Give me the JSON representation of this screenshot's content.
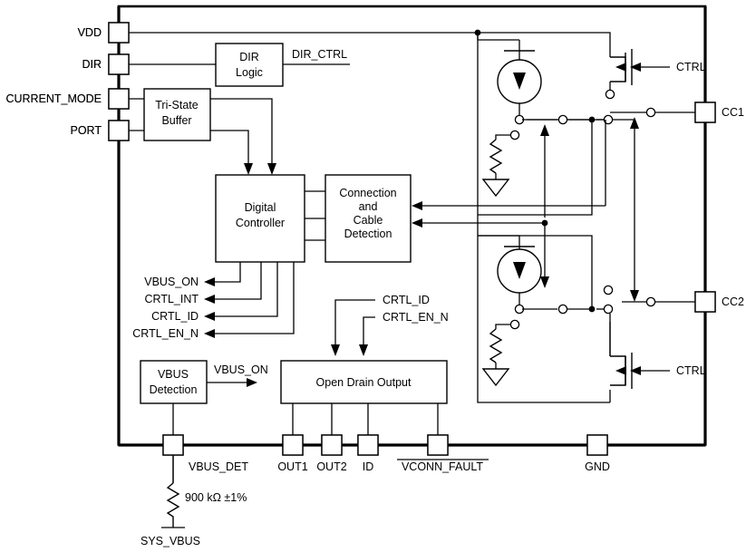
{
  "diagram": {
    "title": "USB Type-C Port Controller Functional Block Diagram",
    "type": "block-diagram",
    "colors": {
      "line": "#000000",
      "fill": "#ffffff",
      "background": "#ffffff"
    }
  },
  "left_pins": [
    {
      "name": "VDD",
      "label": "VDD"
    },
    {
      "name": "DIR",
      "label": "DIR"
    },
    {
      "name": "CURRENT_MODE",
      "label": "CURRENT_MODE"
    },
    {
      "name": "PORT",
      "label": "PORT"
    }
  ],
  "right_pins": [
    {
      "name": "CC1",
      "label": "CC1"
    },
    {
      "name": "CC2",
      "label": "CC2"
    }
  ],
  "bottom_pins": [
    {
      "name": "VBUS_DET",
      "label": "VBUS_DET",
      "overline": false
    },
    {
      "name": "OUT1",
      "label": "OUT1",
      "overline": false
    },
    {
      "name": "OUT2",
      "label": "OUT2",
      "overline": false
    },
    {
      "name": "ID",
      "label": "ID",
      "overline": false
    },
    {
      "name": "VCONN_FAULT",
      "label": "VCONN_FAULT",
      "overline": true
    },
    {
      "name": "GND",
      "label": "GND",
      "overline": false
    }
  ],
  "blocks": [
    {
      "name": "dir-logic",
      "lines": [
        "DIR",
        "Logic"
      ]
    },
    {
      "name": "tri-state-buffer",
      "lines": [
        "Tri-State",
        "Buffer"
      ]
    },
    {
      "name": "digital-controller",
      "lines": [
        "Digital",
        "Controller"
      ]
    },
    {
      "name": "connection-cable-detection",
      "lines": [
        "Connection",
        "and",
        "Cable",
        "Detection"
      ]
    },
    {
      "name": "vbus-detection",
      "lines": [
        "VBUS",
        "Detection"
      ]
    },
    {
      "name": "open-drain-output",
      "lines": [
        "Open Drain Output"
      ]
    }
  ],
  "signals": {
    "dir_ctrl": "DIR_CTRL",
    "vbus_on_ctrl": "VBUS_ON",
    "vbus_on_det": "VBUS_ON",
    "crtl_int": "CRTL_INT",
    "crtl_id_left": "CRTL_ID",
    "crtl_en_n_left": "CRTL_EN_N",
    "crtl_id_odo": "CRTL_ID",
    "crtl_en_n_odo": "CRTL_EN_N",
    "ctrl_cc1": "CTRL",
    "ctrl_cc2": "CTRL"
  },
  "controller_outputs": [
    {
      "name": "vbus-on",
      "label": "VBUS_ON"
    },
    {
      "name": "crtl-int",
      "label": "CRTL_INT"
    },
    {
      "name": "crtl-id",
      "label": "CRTL_ID"
    },
    {
      "name": "crtl-en-n",
      "label": "CRTL_EN_N"
    }
  ],
  "open_drain_inputs": [
    {
      "name": "crtl-id",
      "label": "CRTL_ID"
    },
    {
      "name": "crtl-en-n",
      "label": "CRTL_EN_N"
    }
  ],
  "external": {
    "resistor_value": "900 kΩ ±1%",
    "supply_node": "SYS_VBUS"
  }
}
